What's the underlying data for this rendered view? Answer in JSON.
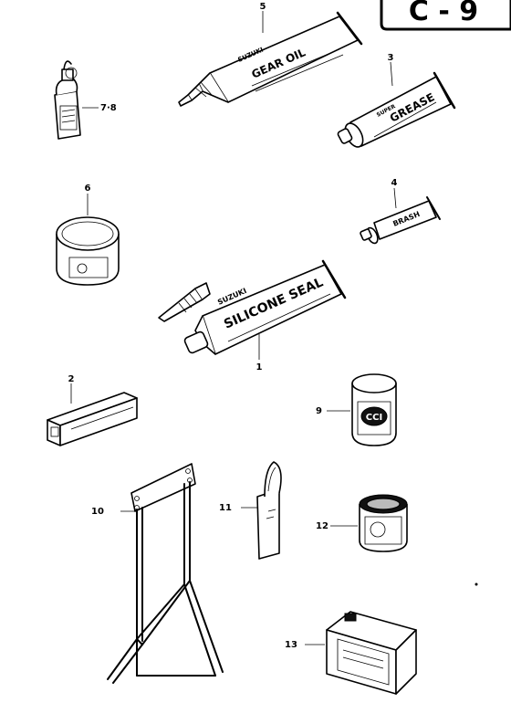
{
  "page_code": "C - 9",
  "parts": [
    {
      "id": "p1",
      "callout": "1",
      "labels": [
        "SUZUKI",
        "SILICONE SEAL"
      ]
    },
    {
      "id": "p2",
      "callout": "2",
      "labels": []
    },
    {
      "id": "p3",
      "callout": "3",
      "labels": [
        "SUPER",
        "GREASE"
      ]
    },
    {
      "id": "p4",
      "callout": "4",
      "labels": [
        "BRASH"
      ]
    },
    {
      "id": "p5",
      "callout": "5",
      "labels": [
        "SUZUKI",
        "GEAR OIL"
      ]
    },
    {
      "id": "p6",
      "callout": "6",
      "labels": []
    },
    {
      "id": "p78",
      "callout": "7·8",
      "labels": []
    },
    {
      "id": "p9",
      "callout": "9",
      "labels": [
        "CCI"
      ]
    },
    {
      "id": "p10",
      "callout": "10",
      "labels": []
    },
    {
      "id": "p11",
      "callout": "11",
      "labels": []
    },
    {
      "id": "p12",
      "callout": "12",
      "labels": []
    },
    {
      "id": "p13",
      "callout": "13",
      "labels": []
    }
  ]
}
